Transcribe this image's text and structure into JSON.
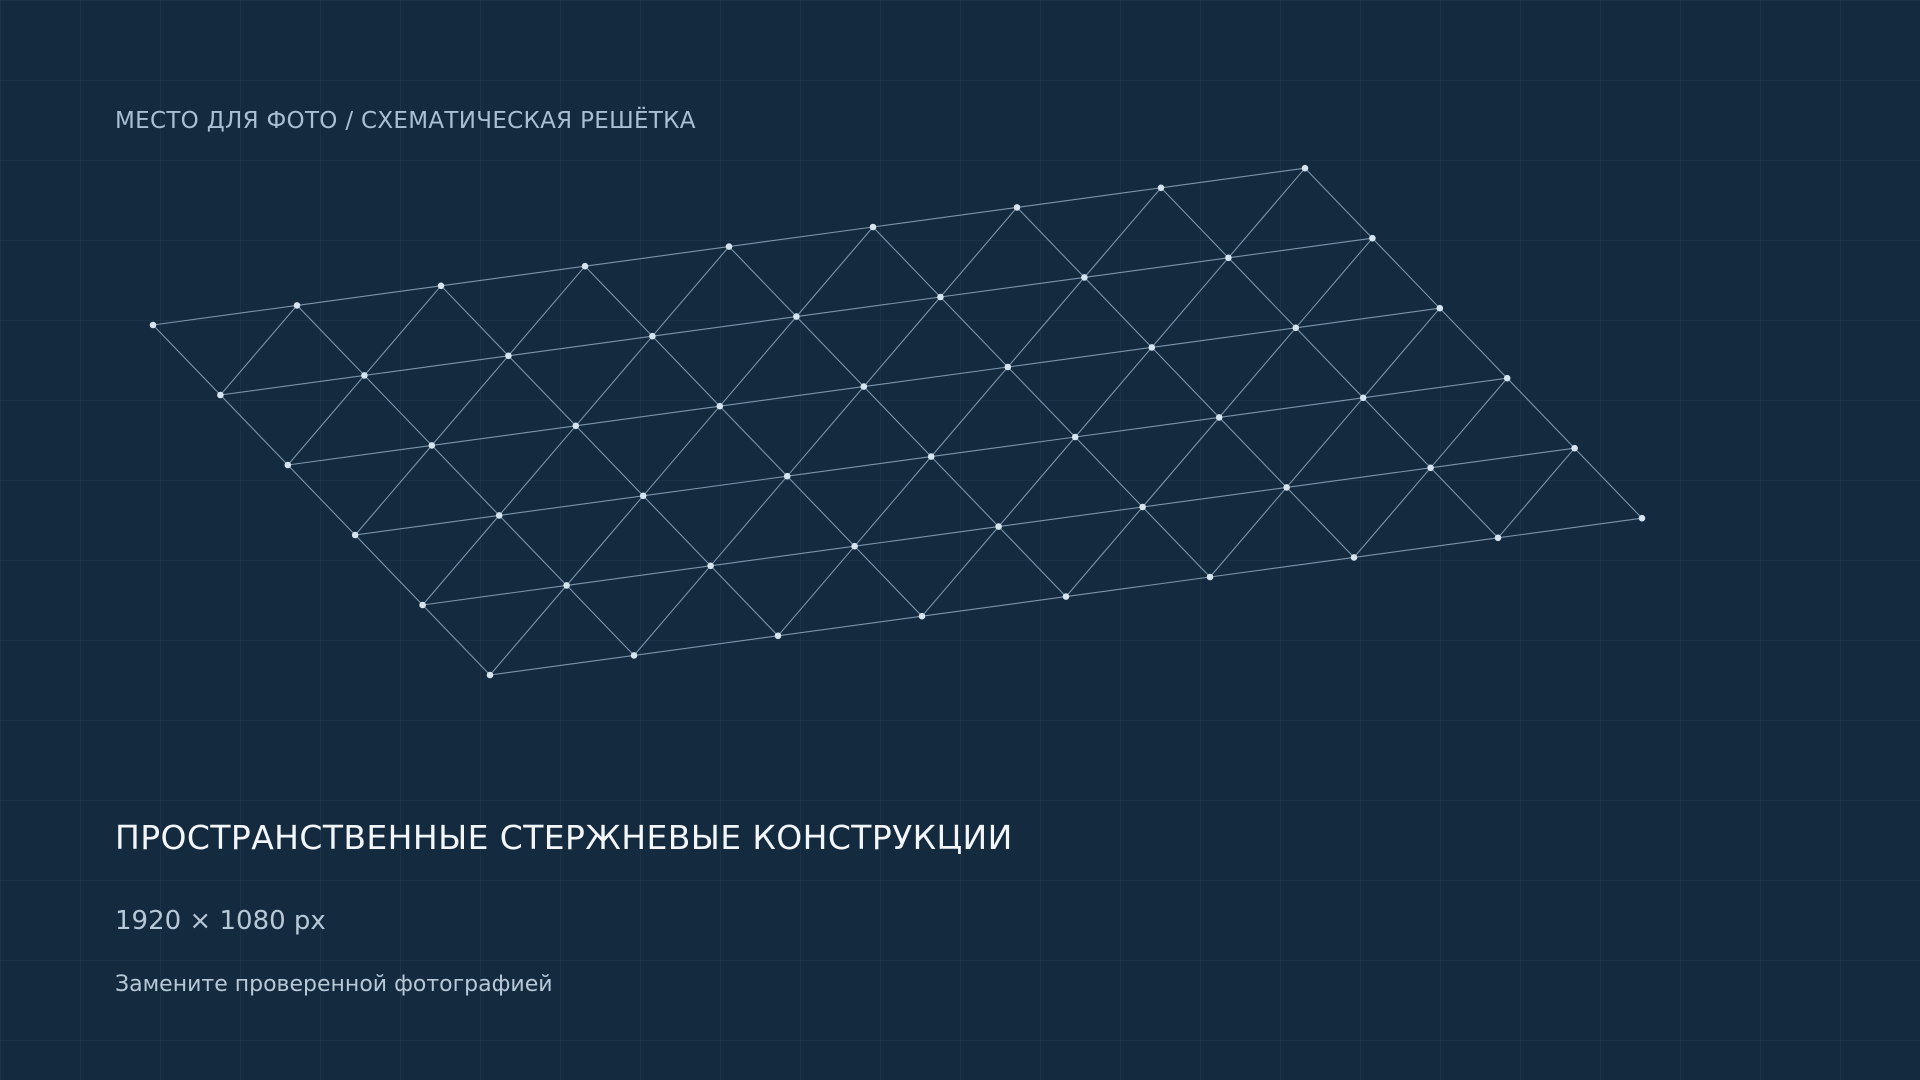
{
  "caption": "МЕСТО ДЛЯ ФОТО / СХЕМАТИЧЕСКАЯ РЕШЁТКА",
  "title": "ПРОСТРАНСТВЕННЫЕ СТЕРЖНЕВЫЕ КОНСТРУКЦИИ",
  "dimensions": "1920 × 1080 px",
  "note": "Замените проверенной фотографией",
  "colors": {
    "background": "#142a3f",
    "lattice_line": "#8ea8bd",
    "lattice_node": "#d6e4f0",
    "title_text": "#f3f6f9",
    "secondary_text": "#b7c8d7"
  }
}
